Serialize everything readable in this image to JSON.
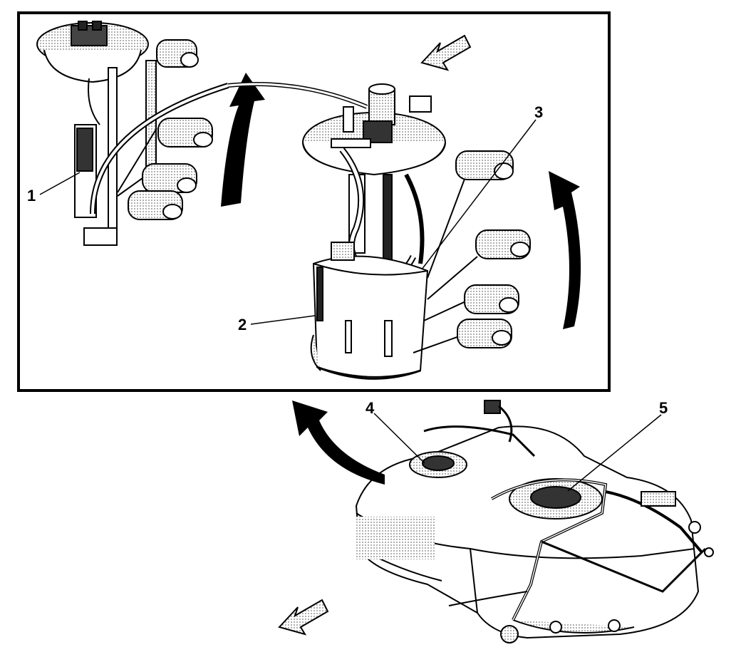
{
  "callouts": [
    {
      "id": "1",
      "label": "1"
    },
    {
      "id": "2",
      "label": "2"
    },
    {
      "id": "3",
      "label": "3"
    },
    {
      "id": "4",
      "label": "4"
    },
    {
      "id": "5",
      "label": "5"
    }
  ],
  "icons": {
    "forward_arrow": "front-direction-arrow-icon",
    "rotation_arrow": "rotation-arrow-icon"
  },
  "colors": {
    "ink": "#000000",
    "paper": "#ffffff",
    "shade": "#9a9a9a"
  }
}
